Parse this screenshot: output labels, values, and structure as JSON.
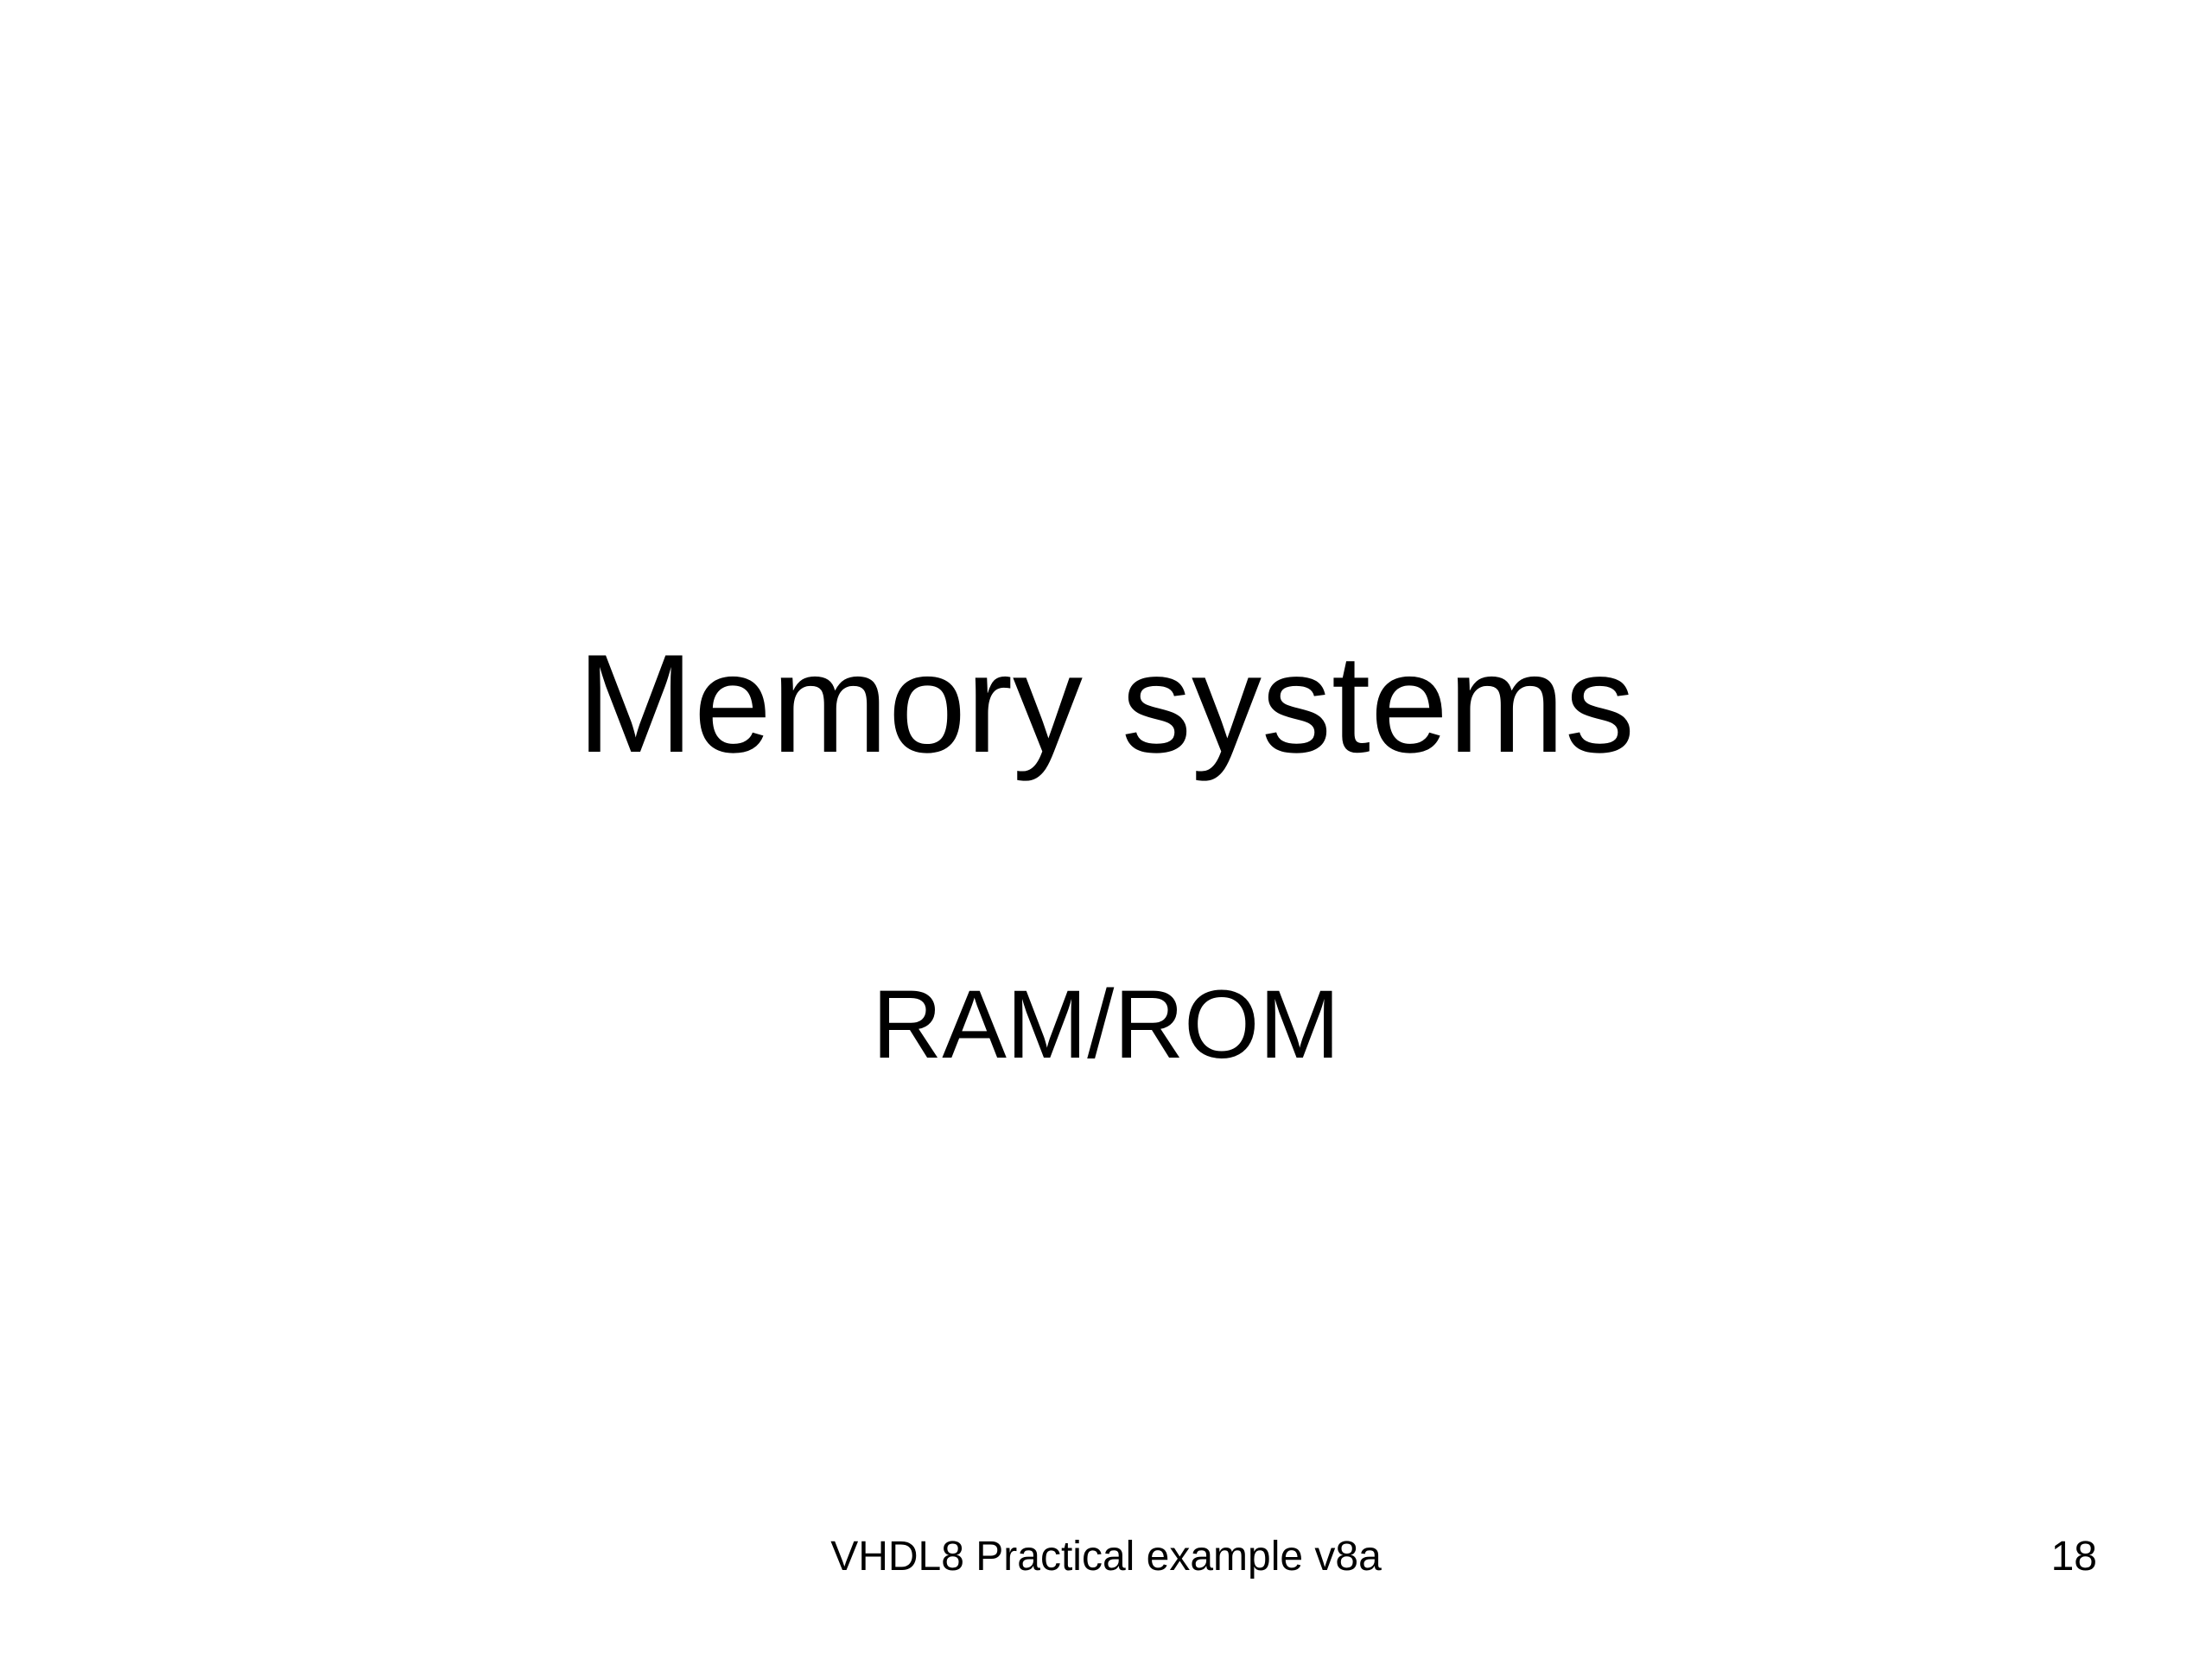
{
  "slide": {
    "title": "Memory systems",
    "subtitle": "RAM/ROM",
    "footer": "VHDL8 Practical example v8a",
    "page_number": "18"
  },
  "colors": {
    "background": "#ffffff",
    "text": "#000000"
  }
}
